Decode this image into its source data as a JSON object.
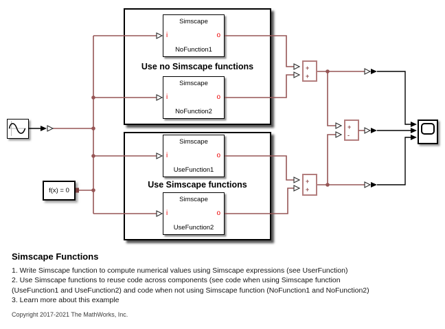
{
  "colors": {
    "canvas-bg": "#ffffff",
    "physical-line": "#965555",
    "sum-border": "#b37d7d",
    "signal-line": "#000000",
    "port-label": "#eb0000"
  },
  "icons": {
    "source": "sine-wave-icon",
    "scope": "scope-screen-icon"
  },
  "diagram": {
    "solver_block": {
      "label": "f(x) = 0"
    },
    "port_labels": {
      "in": "i",
      "out": "o"
    },
    "groups": [
      {
        "caption": "Use no Simscape functions",
        "blocks": [
          {
            "type_label": "Simscape",
            "name": "NoFunction1"
          },
          {
            "type_label": "Simscape",
            "name": "NoFunction2"
          }
        ]
      },
      {
        "caption": "Use Simscape functions",
        "blocks": [
          {
            "type_label": "Simscape",
            "name": "UseFunction1"
          },
          {
            "type_label": "Simscape",
            "name": "UseFunction2"
          }
        ]
      }
    ],
    "sums": [
      {
        "signs": [
          "+",
          "+"
        ]
      },
      {
        "signs": [
          "+",
          "-"
        ]
      },
      {
        "signs": [
          "+",
          "+"
        ]
      }
    ]
  },
  "annotations": {
    "title": "Simscape Functions",
    "lines": [
      "1. Write Simscape function to compute numerical values using Simscape expressions (see UserFunction)",
      "2. Use Simscape functions to reuse code across components (see code when using Simscape function",
      "(UseFunction1 and UseFunction2) and code when not using Simscape function (NoFunction1 and NoFunction2)",
      "3. Learn more about this example"
    ],
    "copyright": "Copyright 2017-2021 The MathWorks, Inc."
  }
}
